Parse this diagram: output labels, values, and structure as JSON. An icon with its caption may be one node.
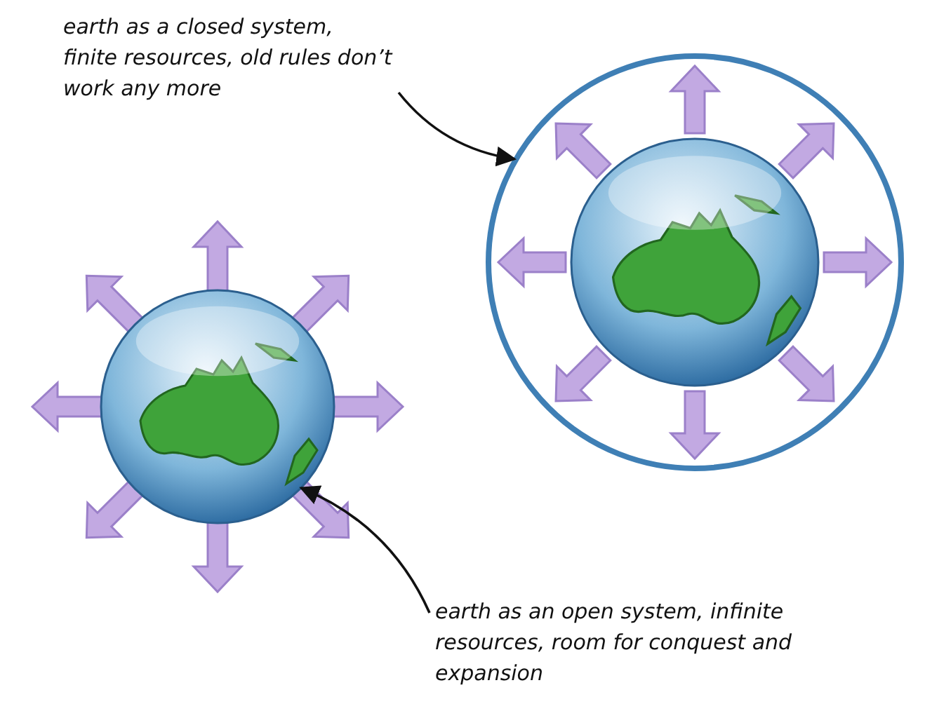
{
  "diagram": {
    "nodes": [
      {
        "text": [
          "earth as a closed system, finite resources, old rules don’t work any more"
        ]
      },
      {
        "text": [],
        "shape": "circle"
      },
      {
        "text": [],
        "shape": "picture",
        "in": 1
      },
      {
        "text": [],
        "shape": "picture"
      },
      {
        "text": [
          "earth as an open system, infinite resources, room for conquest and expansion"
        ]
      }
    ],
    "edges": [
      {
        "from": 0,
        "to": 1,
        "arrow": "to"
      },
      {
        "from": 4,
        "to": 3,
        "arrow": "to"
      }
    ]
  }
}
